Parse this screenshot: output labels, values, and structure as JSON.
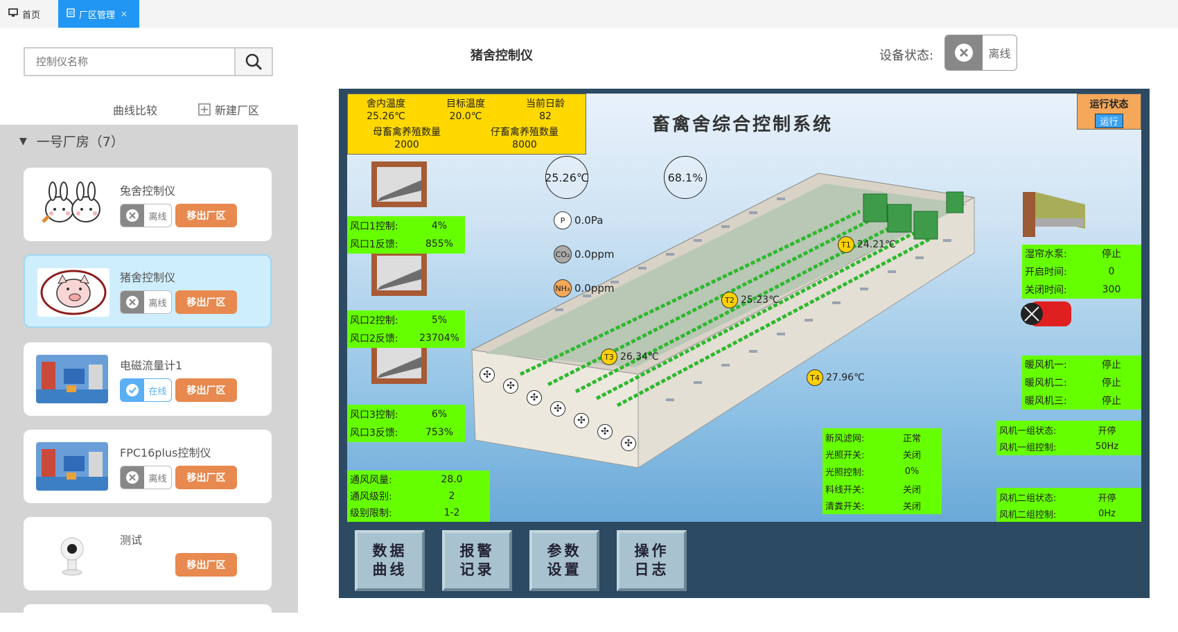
{
  "tabs": {
    "home": "首页",
    "active": "厂区管理",
    "close": "×"
  },
  "search": {
    "placeholder": "控制仪名称"
  },
  "links": {
    "compare": "曲线比较",
    "new_area": "新建厂区"
  },
  "group": {
    "title": "一号厂房（7）"
  },
  "cards": [
    {
      "name": "兔舍控制仪",
      "status": "离线",
      "action": "移出厂区"
    },
    {
      "name": "猪舍控制仪",
      "status": "离线",
      "action": "移出厂区"
    },
    {
      "name": "电磁流量计1",
      "status": "在线",
      "action": "移出厂区"
    },
    {
      "name": "FPC16plus控制仪",
      "status": "离线",
      "action": "移出厂区"
    },
    {
      "name": "测试",
      "action": "移出厂区"
    }
  ],
  "header": {
    "title": "猪舍控制仪",
    "device_status_label": "设备状态:",
    "device_status": "离线"
  },
  "scada": {
    "title": "畜禽舍综合控制系统",
    "info": {
      "indoor_temp_label": "舍内温度",
      "indoor_temp": "25.26℃",
      "target_temp_label": "目标温度",
      "target_temp": "20.0℃",
      "day_age_label": "当前日龄",
      "day_age": "82",
      "sow_label": "母畜禽养殖数量",
      "sow": "2000",
      "piglet_label": "仔畜禽养殖数量",
      "piglet": "8000"
    },
    "run": {
      "label": "运行状态",
      "value": "运行"
    },
    "gauges": {
      "temp": "25.26℃",
      "humidity": "68.1%"
    },
    "gases": [
      {
        "icon": "P",
        "value": "0.0Pa"
      },
      {
        "icon": "CO₂",
        "value": "0.0ppm"
      },
      {
        "icon": "NH₃",
        "value": "0.0ppm"
      }
    ],
    "sensors": [
      {
        "id": "T1",
        "value": "24.21℃"
      },
      {
        "id": "T2",
        "value": "25.23℃"
      },
      {
        "id": "T3",
        "value": "26.34℃"
      },
      {
        "id": "T4",
        "value": "27.96℃"
      }
    ],
    "vents": [
      {
        "ctrl_label": "风口1控制:",
        "ctrl": "4%",
        "fb_label": "风口1反馈:",
        "fb": "855%"
      },
      {
        "ctrl_label": "风口2控制:",
        "ctrl": "5%",
        "fb_label": "风口2反馈:",
        "fb": "23704%"
      },
      {
        "ctrl_label": "风口3控制:",
        "ctrl": "6%",
        "fb_label": "风口3反馈:",
        "fb": "753%"
      }
    ],
    "ventilation": [
      {
        "k": "通风风量:",
        "v": "28.0"
      },
      {
        "k": "通风级别:",
        "v": "2"
      },
      {
        "k": "级别限制:",
        "v": "1-2"
      }
    ],
    "misc": [
      {
        "k": "新风滤网:",
        "v": "正常"
      },
      {
        "k": "光照开关:",
        "v": "关闭"
      },
      {
        "k": "光照控制:",
        "v": "0%"
      },
      {
        "k": "料线开关:",
        "v": "关闭"
      },
      {
        "k": "清粪开关:",
        "v": "关闭"
      }
    ],
    "pump": [
      {
        "k": "湿帘水泵:",
        "v": "停止"
      },
      {
        "k": "开启时间:",
        "v": "0"
      },
      {
        "k": "关闭时间:",
        "v": "300"
      }
    ],
    "heaters": [
      {
        "k": "暖风机一:",
        "v": "停止"
      },
      {
        "k": "暖风机二:",
        "v": "停止"
      },
      {
        "k": "暖风机三:",
        "v": "停止"
      }
    ],
    "fan_group1": [
      {
        "k": "风机一组状态:",
        "v": "开停"
      },
      {
        "k": "风机一组控制:",
        "v": "50Hz"
      }
    ],
    "fan_group2": [
      {
        "k": "风机二组状态:",
        "v": "开停"
      },
      {
        "k": "风机二组控制:",
        "v": "0Hz"
      }
    ],
    "buttons": [
      {
        "l1": "数据",
        "l2": "曲线"
      },
      {
        "l1": "报警",
        "l2": "记录"
      },
      {
        "l1": "参数",
        "l2": "设置"
      },
      {
        "l1": "操作",
        "l2": "日志"
      }
    ]
  }
}
